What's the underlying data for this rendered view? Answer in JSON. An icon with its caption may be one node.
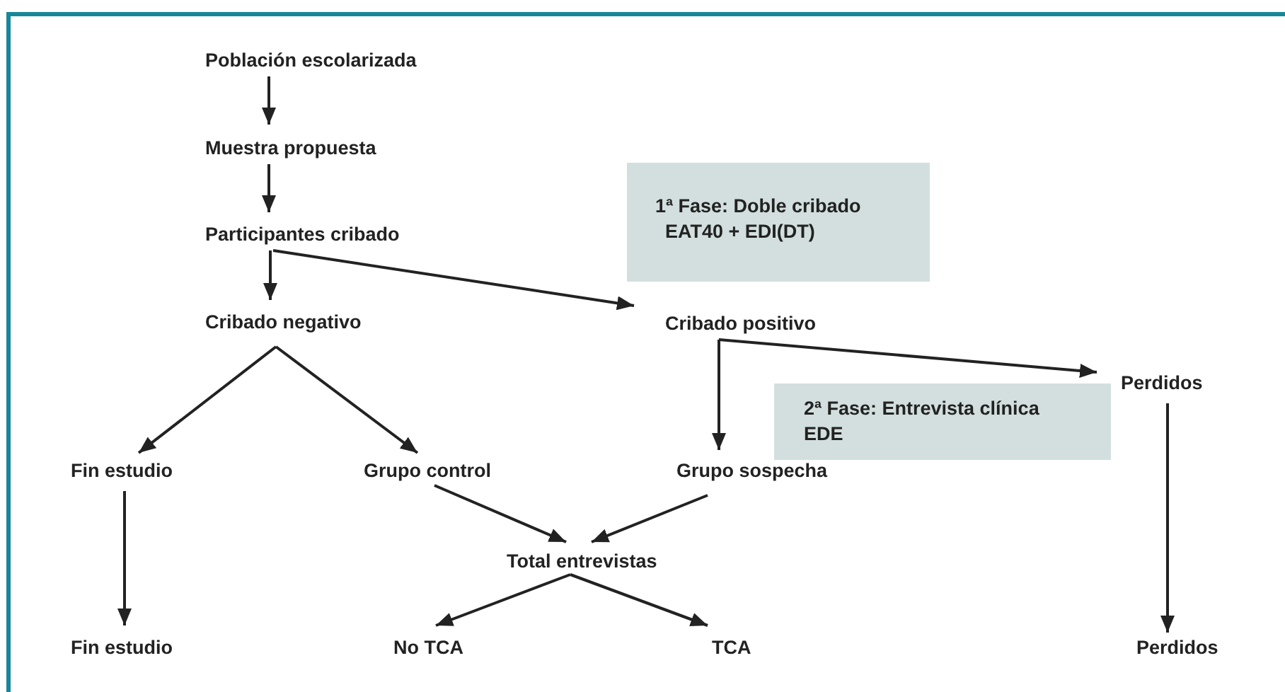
{
  "diagram": {
    "nodes": [
      {
        "text": [
          "Población escolarizada"
        ]
      },
      {
        "text": [
          "Muestra propuesta"
        ]
      },
      {
        "text": [
          "Participantes cribado"
        ]
      },
      {
        "text": [
          "1ª Fase: Doble cribado",
          "EAT40 + EDI(DT)"
        ]
      },
      {
        "text": [
          "Cribado negativo"
        ]
      },
      {
        "text": [
          "Cribado positivo"
        ]
      },
      {
        "text": [
          "Perdidos"
        ]
      },
      {
        "text": [
          "2ª Fase: Entrevista clínica",
          "EDE"
        ]
      },
      {
        "text": [
          "Fin estudio"
        ]
      },
      {
        "text": [
          "Grupo control"
        ]
      },
      {
        "text": [
          "Grupo sospecha"
        ]
      },
      {
        "text": [
          "Total entrevistas"
        ]
      },
      {
        "text": [
          "Fin estudio"
        ]
      },
      {
        "text": [
          "No TCA"
        ]
      },
      {
        "text": [
          "TCA"
        ]
      },
      {
        "text": [
          "Perdidos"
        ]
      }
    ],
    "edges": [
      {
        "from": 0,
        "to": 1,
        "arrow": "to"
      },
      {
        "from": 1,
        "to": 2,
        "arrow": "to"
      },
      {
        "from": 2,
        "to": 4,
        "arrow": "to"
      },
      {
        "from": 2,
        "to": 5,
        "arrow": "to"
      },
      {
        "from": 4,
        "to": 8,
        "arrow": "to"
      },
      {
        "from": 4,
        "to": 9,
        "arrow": "to"
      },
      {
        "from": 5,
        "to": 6,
        "arrow": "to"
      },
      {
        "from": 5,
        "to": 10,
        "arrow": "to"
      },
      {
        "from": 8,
        "to": 12,
        "arrow": "to"
      },
      {
        "from": 9,
        "to": 11,
        "arrow": "to"
      },
      {
        "from": 10,
        "to": 11,
        "arrow": "to"
      },
      {
        "from": 11,
        "to": 13,
        "arrow": "to"
      },
      {
        "from": 11,
        "to": 14,
        "arrow": "to"
      },
      {
        "from": 6,
        "to": 15,
        "arrow": "to"
      }
    ]
  }
}
